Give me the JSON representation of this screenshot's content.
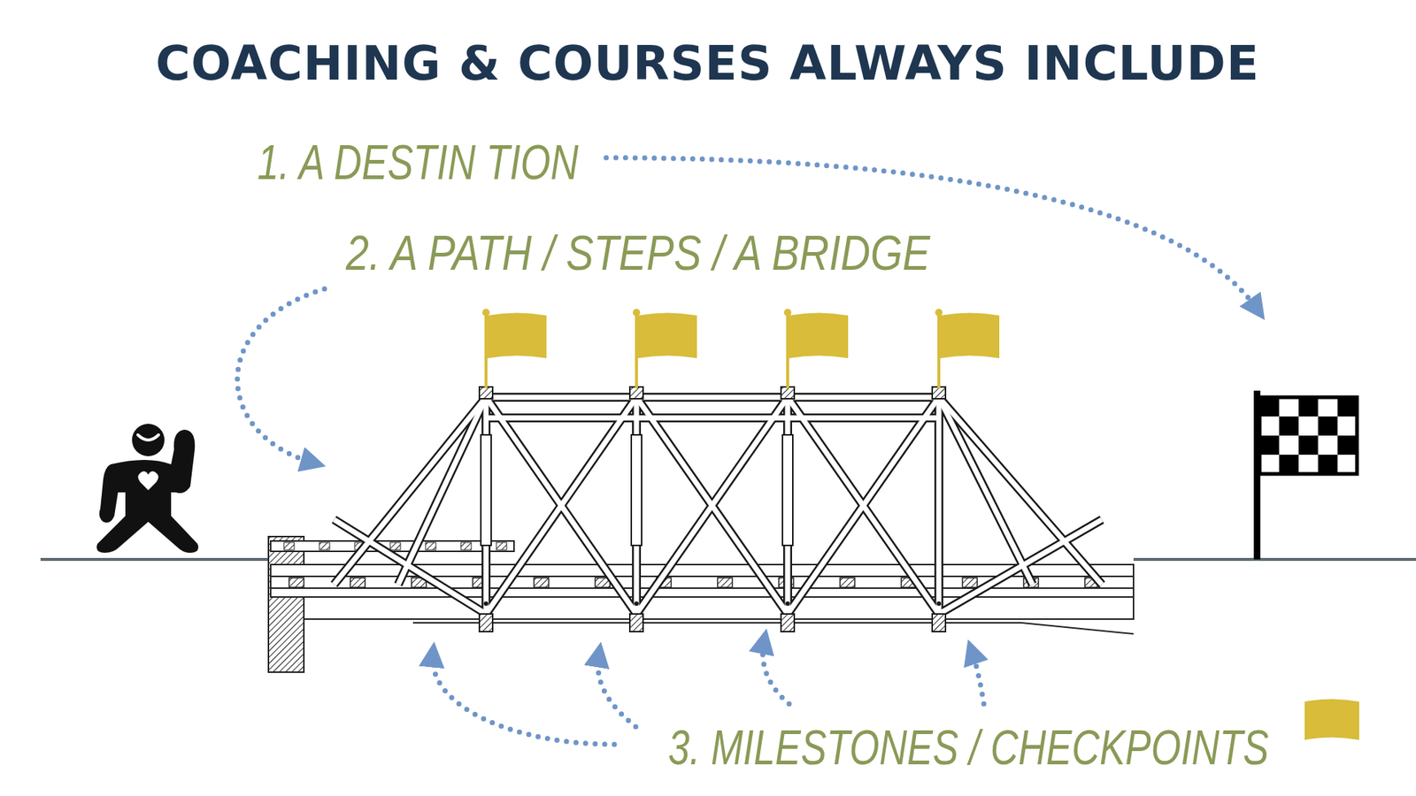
{
  "diagram": {
    "title": "COACHING & COURSES ALWAYS INCLUDE",
    "labels": [
      "1. A DESTIN TION",
      "2. A PATH / STEPS / A BRIDGE",
      "3. MILESTONES / CHECKPOINTS"
    ]
  }
}
